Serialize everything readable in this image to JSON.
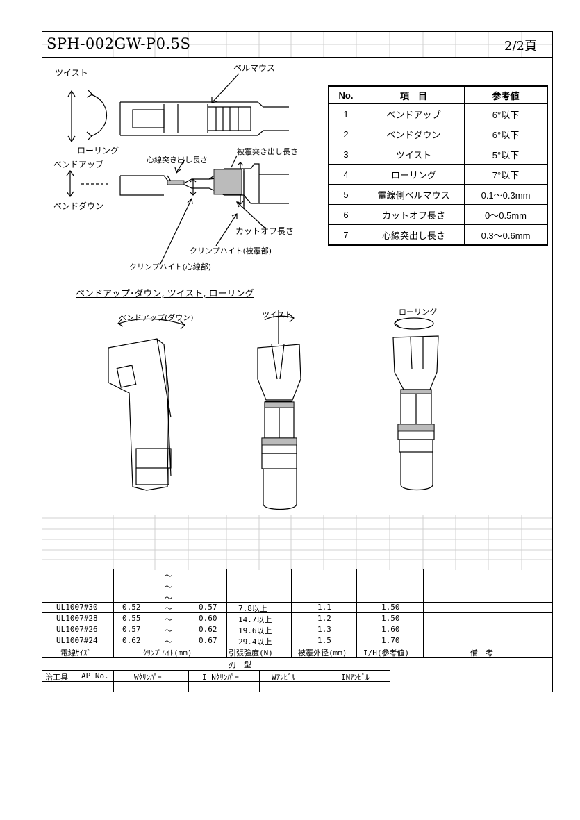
{
  "header": {
    "title": "SPH-002GW-P0.5S",
    "page": "2/2頁"
  },
  "diagram": {
    "bellmouth": "ベルマウス",
    "twist": "ツイスト",
    "rolling": "ローリング",
    "bend_up": "ベンドアップ",
    "bend_down": "ベンドダウン",
    "core_protrusion": "心線突き出し長さ",
    "cover_protrusion": "被覆突き出し長さ",
    "cutoff": "カットオフ長さ",
    "crimp_cover": "クリンプハイト(被覆部)",
    "crimp_core": "クリンプハイト(心線部)"
  },
  "spec_table": {
    "headers": [
      "No.",
      "項　目",
      "参考値"
    ],
    "rows": [
      [
        "1",
        "ベンドアップ",
        "6°以下"
      ],
      [
        "2",
        "ベンドダウン",
        "6°以下"
      ],
      [
        "3",
        "ツイスト",
        "5°以下"
      ],
      [
        "4",
        "ローリング",
        "7°以下"
      ],
      [
        "5",
        "電線側ベルマウス",
        "0.1～0.3mm"
      ],
      [
        "6",
        "カットオフ長さ",
        "0～0.5mm"
      ],
      [
        "7",
        "心線突出し長さ",
        "0.3～0.6mm"
      ]
    ]
  },
  "figures": {
    "section_title": "ベンドアップ･ダウン, ツイスト, ローリング",
    "bend_label": "ベンドアップ(ダウン)",
    "twist_label": "ツイスト",
    "rolling_label": "ローリング"
  },
  "crimp_table": {
    "tilde": "～",
    "rows": [
      [
        "UL1007#30",
        "0.52",
        "～",
        "0.57",
        "7.8以上",
        "1.1",
        "1.50"
      ],
      [
        "UL1007#28",
        "0.55",
        "～",
        "0.60",
        "14.7以上",
        "1.2",
        "1.50"
      ],
      [
        "UL1007#26",
        "0.57",
        "～",
        "0.62",
        "19.6以上",
        "1.3",
        "1.60"
      ],
      [
        "UL1007#24",
        "0.62",
        "～",
        "0.67",
        "29.4以上",
        "1.5",
        "1.70"
      ]
    ],
    "headers": [
      "電線ｻｲｽﾞ",
      "ｸﾘﾝﾌﾟﾊｲﾄ(mm)",
      "引張強度(N)",
      "被覆外径(mm)",
      "I/H(参考値)",
      "備　考"
    ],
    "blade": "刃　型",
    "tool_headers": [
      "治工具",
      "AP No.",
      "Wｸﾘﾝﾊﾟｰ",
      "I Nｸﾘﾝﾊﾟｰ",
      "Wｱﾝﾋﾞﾙ",
      "INｱﾝﾋﾞﾙ"
    ]
  }
}
